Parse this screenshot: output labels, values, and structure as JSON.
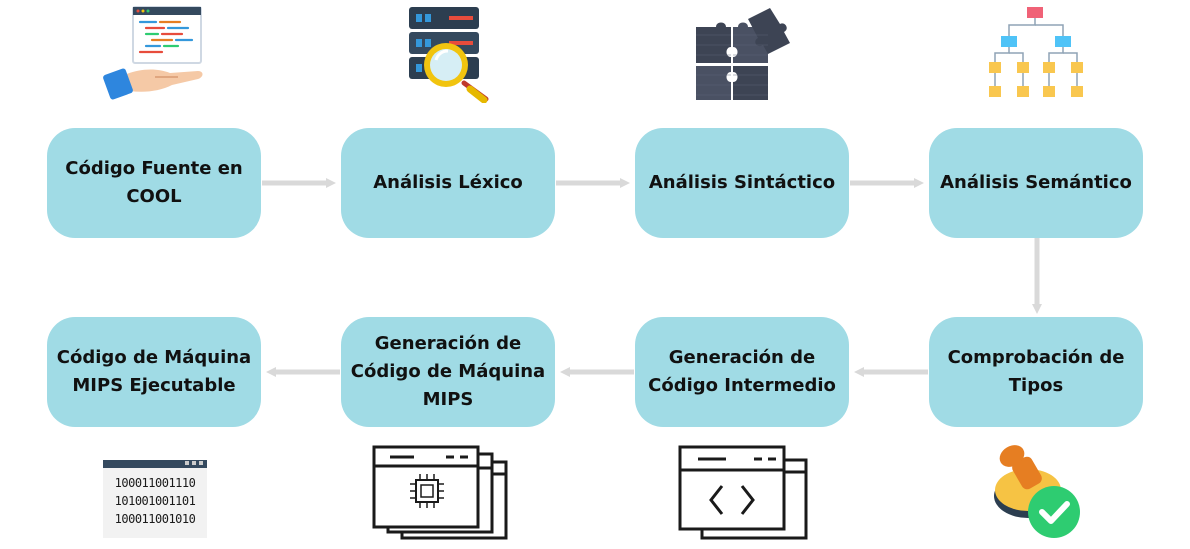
{
  "colors": {
    "box": "#a0dbe5",
    "arrow": "#d9d9d9"
  },
  "steps": [
    {
      "label": "Código Fuente en COOL",
      "icon": "source-code-hand-icon"
    },
    {
      "label": "Análisis Léxico",
      "icon": "server-search-icon"
    },
    {
      "label": "Análisis Sintáctico",
      "icon": "puzzle-icon"
    },
    {
      "label": "Análisis Semántico",
      "icon": "hierarchy-tree-icon"
    },
    {
      "label": "Comprobación de Tipos",
      "icon": "stamp-check-icon"
    },
    {
      "label": "Generación de Código Intermedio",
      "icon": "code-window-icon"
    },
    {
      "label": "Generación de Código de Máquina MIPS",
      "icon": "chip-window-icon"
    },
    {
      "label": "Código de Máquina MIPS Ejecutable",
      "icon": "binary-window-icon"
    }
  ],
  "binary_lines": [
    "100011001110",
    "101001001101",
    "100011001010"
  ]
}
